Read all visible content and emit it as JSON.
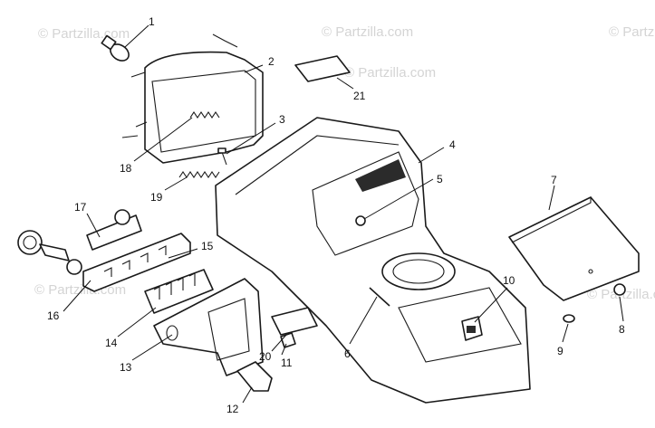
{
  "watermark": "© Partzilla.com",
  "callouts": [
    {
      "label": "1"
    },
    {
      "label": "2"
    },
    {
      "label": "3"
    },
    {
      "label": "4"
    },
    {
      "label": "5"
    },
    {
      "label": "6"
    },
    {
      "label": "7"
    },
    {
      "label": "8"
    },
    {
      "label": "9"
    },
    {
      "label": "10"
    },
    {
      "label": "11"
    },
    {
      "label": "12"
    },
    {
      "label": "13"
    },
    {
      "label": "14"
    },
    {
      "label": "15"
    },
    {
      "label": "16"
    },
    {
      "label": "17"
    },
    {
      "label": "18"
    },
    {
      "label": "19"
    },
    {
      "label": "20"
    },
    {
      "label": "21"
    }
  ],
  "colors": {
    "line": "#1a1a1a",
    "watermark": "#d4d4d4",
    "background": "#ffffff"
  }
}
